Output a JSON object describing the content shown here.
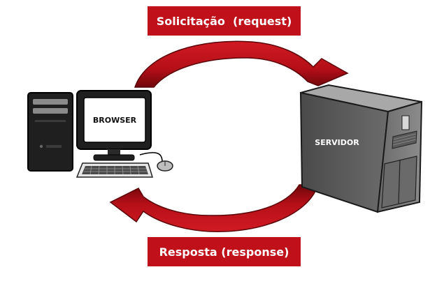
{
  "labels": {
    "request": "Solicitação  (request)",
    "response": "Resposta (response)",
    "browser": "BROWSER",
    "server": "SERVIDOR"
  },
  "colors": {
    "arrow_red": "#b50f18",
    "arrow_dark": "#6e060b",
    "label_red": "#c0101a",
    "computer_black": "#1f1f1f",
    "server_gray": "#7a7a7a"
  }
}
